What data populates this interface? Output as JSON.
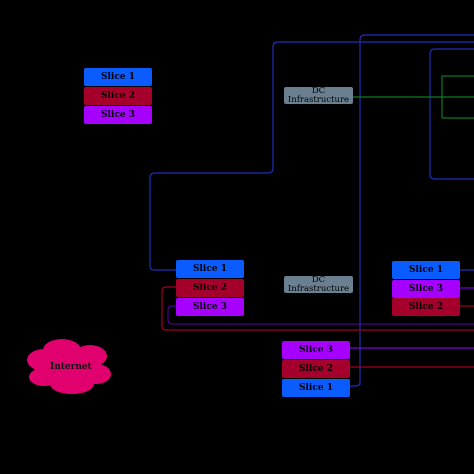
{
  "slice_labels": {
    "s1": "Slice 1",
    "s2": "Slice 2",
    "s3": "Slice 3"
  },
  "dc_label": {
    "line1": "DC",
    "line2": "Infrastructure"
  },
  "cloud_label": "Internet",
  "colors": {
    "slice1": "#0b5cff",
    "slice2": "#a5002c",
    "slice3": "#a600ff",
    "dc": "#6a7f90",
    "cloud": "#e0006e",
    "link_blue": "#1d2fb8",
    "link_red": "#a0001f",
    "link_green": "#0f7a22",
    "link_purple": "#7b00d8"
  }
}
